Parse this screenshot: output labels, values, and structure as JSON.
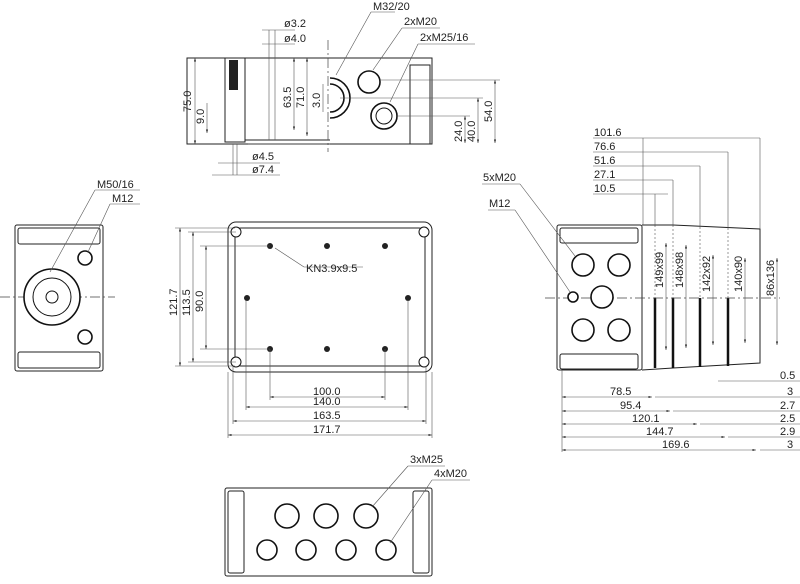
{
  "top_view": {
    "callouts": [
      "M32/20",
      "2xM20",
      "2xM25/16"
    ],
    "dims": [
      "ø3.2",
      "ø4.0",
      "75.0",
      "9.0",
      "63.5",
      "71.0",
      "3.0",
      "24.0",
      "40.0",
      "54.0",
      "ø4.5",
      "ø7.4"
    ]
  },
  "left_view": {
    "callouts": [
      "M50/16",
      "M12"
    ]
  },
  "main_view": {
    "callout": "KN3.9x9.5",
    "dims_h": [
      "100.0",
      "140.0",
      "163.5",
      "171.7"
    ],
    "dims_v": [
      "121.7",
      "113.5",
      "90.0"
    ]
  },
  "right_view": {
    "callouts": [
      "5xM20",
      "M12"
    ],
    "depths_top": [
      "101.6",
      "76.6",
      "51.6",
      "27.1",
      "10.5"
    ],
    "sizes": [
      "149x99",
      "148x98",
      "142x92",
      "140x90",
      "86x136"
    ],
    "lengths": [
      "78.5",
      "95.4",
      "120.1",
      "144.7",
      "169.6"
    ],
    "offsets": [
      "0.5",
      "3",
      "2.7",
      "2.5",
      "2.9",
      "3"
    ]
  },
  "bottom_view": {
    "callouts": [
      "3xM25",
      "4xM20"
    ]
  }
}
